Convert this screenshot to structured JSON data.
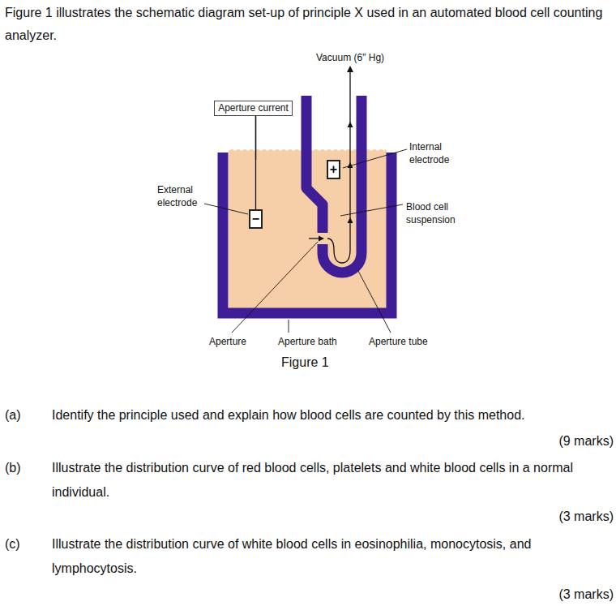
{
  "diagram": {
    "nodes": [
      {
        "text": [
          "Aperture current"
        ]
      },
      {
        "text": [
          "+"
        ]
      },
      {
        "text": [
          "−"
        ]
      }
    ],
    "edges": [
      {
        "from": 0,
        "to": 1,
        "arrow": "none"
      },
      {
        "from": 0,
        "to": 2,
        "arrow": "none"
      }
    ],
    "labels": [
      "Figure 1 illustrates the schematic diagram set-up of principle X used in an automated blood cell counting analyzer.",
      "Vacuum (6\" Hg)",
      "Internal electrode",
      "External electrode",
      "Blood cell suspension",
      "Aperture",
      "Aperture bath",
      "Aperture tube",
      "Figure 1",
      "(a)",
      "Identify the principle used and explain how blood cells are counted by this method.",
      "(9 marks)",
      "(b)",
      "Illustrate the distribution curve of red blood cells, platelets and white blood cells in a normal individual.",
      "(3 marks)",
      "(c)",
      "Illustrate the distribution curve of white blood cells in eosinophilia, monocytosis, and lymphocytosis.",
      "(3 marks)"
    ]
  }
}
